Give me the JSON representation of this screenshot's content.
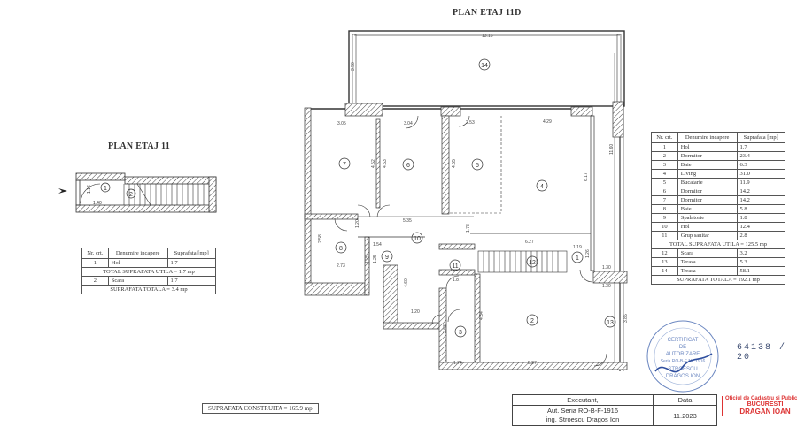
{
  "titles": {
    "main_plan": "PLAN ETAJ 11D",
    "small_plan": "PLAN ETAJ 11"
  },
  "small_plan": {
    "dims": [
      "1.16",
      "1.40"
    ],
    "room_labels": [
      "1",
      "2"
    ],
    "legend": {
      "headers": [
        "Nr. crt.",
        "Denumire incapere",
        "Suprafata [mp]"
      ],
      "rows": [
        {
          "nr": "1",
          "name": "Hol",
          "area": "1.7"
        }
      ],
      "total_utila": "TOTAL SUPRAFATA UTILA = 1.7 mp",
      "rows_after": [
        {
          "nr": "2",
          "name": "Scara",
          "area": "1.7"
        }
      ],
      "total": "SUPRAFATA TOTALA = 3.4 mp"
    }
  },
  "main_plan": {
    "dims": {
      "terrace_width": "13.15",
      "terrace_depth": "3.50",
      "r7_width": "3.05",
      "r6_width": "3.04",
      "r5_width": "2.53",
      "r4_width": "4.29",
      "r7_height": "4.52",
      "r6_height": "4.53",
      "r5_height": "4.55",
      "r4_height": "6.17",
      "right_height": "11.60",
      "hall_width": "5.35",
      "hall_offset": "1.20",
      "r8_height": "2.58",
      "r8_width": "2.73",
      "r9_a": "1.25",
      "r9_b": "1.25",
      "r9_c": "1.54",
      "hall_height": "4.60",
      "hall_bottom": "1.20",
      "r11_width": "1.87",
      "r11_height": "1.50",
      "living_bottom": "6.27",
      "step": "1.78",
      "r1_width": "1.19",
      "r1_height": "1.26",
      "r13_width_top": "1.30",
      "r13_width": "1.30",
      "r13_height": "3.85",
      "r3_height": "3.63",
      "r3_width": "1.74",
      "r2_height": "4.34",
      "r2_width": "5.27"
    },
    "room_labels": [
      "14",
      "7",
      "6",
      "5",
      "4",
      "8",
      "9",
      "10",
      "11",
      "12",
      "1",
      "2",
      "3",
      "13"
    ],
    "legend": {
      "headers": [
        "Nr. crt.",
        "Denumire incapere",
        "Suprafata [mp]"
      ],
      "rows": [
        {
          "nr": "1",
          "name": "Hol",
          "area": "1.7"
        },
        {
          "nr": "2",
          "name": "Dormitor",
          "area": "23.4"
        },
        {
          "nr": "3",
          "name": "Baie",
          "area": "6.3"
        },
        {
          "nr": "4",
          "name": "Living",
          "area": "31.0"
        },
        {
          "nr": "5",
          "name": "Bucatarie",
          "area": "11.9"
        },
        {
          "nr": "6",
          "name": "Dormitor",
          "area": "14.2"
        },
        {
          "nr": "7",
          "name": "Dormitor",
          "area": "14.2"
        },
        {
          "nr": "8",
          "name": "Baie",
          "area": "5.8"
        },
        {
          "nr": "9",
          "name": "Spalatorie",
          "area": "1.8"
        },
        {
          "nr": "10",
          "name": "Hol",
          "area": "12.4"
        },
        {
          "nr": "11",
          "name": "Grup sanitar",
          "area": "2.8"
        }
      ],
      "total_utila": "TOTAL SUPRAFATA UTILA = 125.5 mp",
      "rows_after": [
        {
          "nr": "12",
          "name": "Scara",
          "area": "3.2"
        },
        {
          "nr": "13",
          "name": "Terasa",
          "area": "5.3"
        },
        {
          "nr": "14",
          "name": "Terasa",
          "area": "58.1"
        }
      ],
      "total": "SUPRAFATA TOTALA = 192.1 mp"
    }
  },
  "footer": {
    "suprafata_construita": "SUPRAFATA CONSTRUITA = 165.9 mp",
    "executant_label": "Executant,",
    "data_label": "Data",
    "executant_line1": "Aut. Seria RO-B-F-1916",
    "executant_line2": "ing. Stroescu Dragos Ion",
    "date": "11.2023",
    "registration_number": "64138 / 20",
    "official_stamp_line1": "Oficiul de Cadastru si Publicitate Im",
    "official_stamp_line2": "BUCURESTI",
    "official_stamp_line3": "DRAGAN IOAN",
    "seal_lines": [
      "CERTIFICAT",
      "DE",
      "AUTORIZARE",
      "Seria RO-B-F Nr. 1916",
      "STROESCU",
      "DRAGOS ION"
    ]
  },
  "colors": {
    "line": "#333333",
    "stamp_blue": "#3a5a9a",
    "stamp_red": "#d33333"
  }
}
